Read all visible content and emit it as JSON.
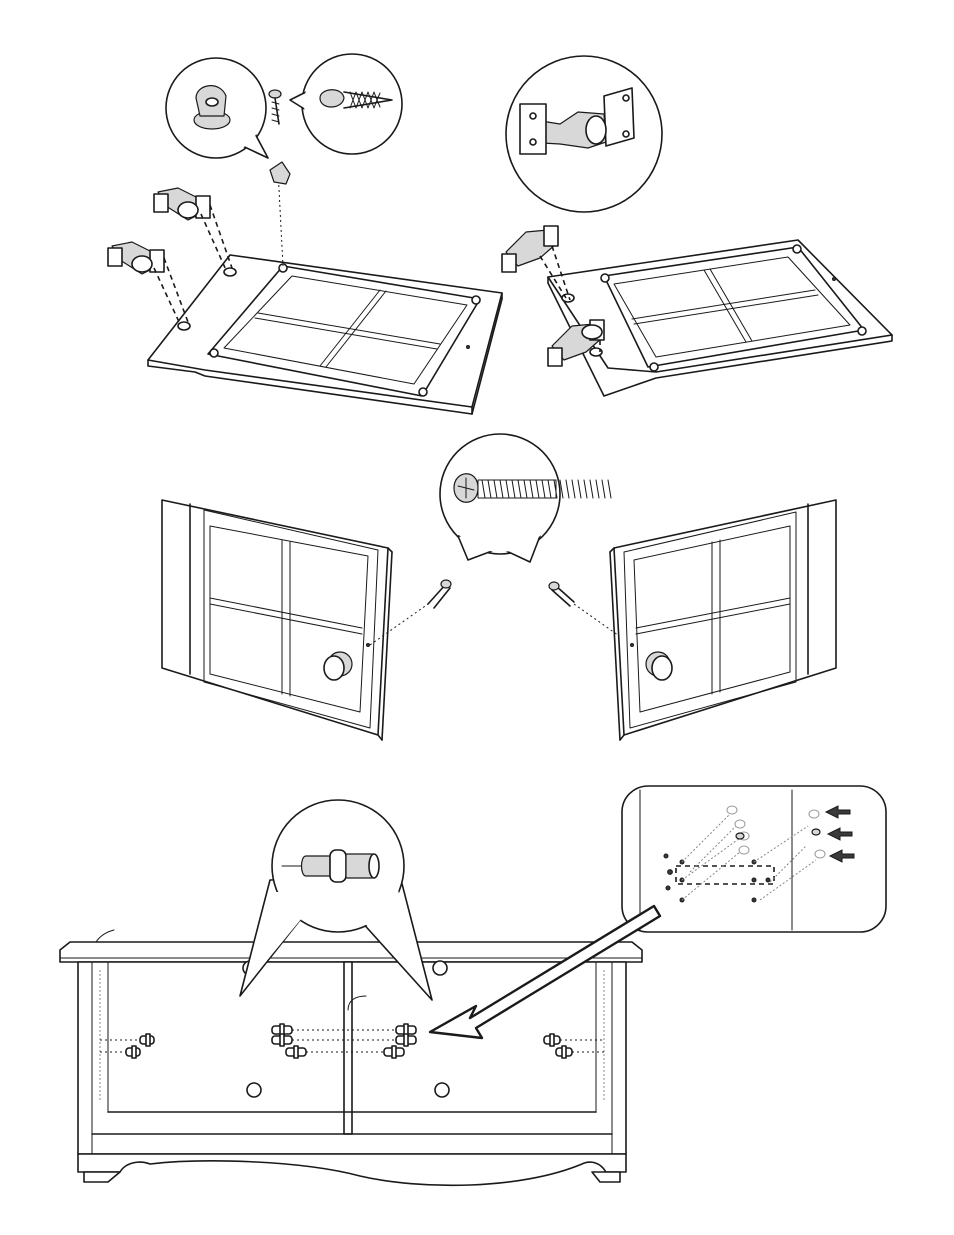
{
  "colors": {
    "ink": "#1a1a1a",
    "paper": "#ffffff",
    "metal_shade": "#d8d8d8",
    "faded_parts": "#999999"
  },
  "figures": [
    "door-with-hinges-left",
    "door-with-hinges-right",
    "door-with-knob-left",
    "door-with-knob-right",
    "cabinet-with-shelf-pins"
  ],
  "callouts": [
    "door-stop-bumper",
    "screw-short",
    "hinge",
    "knob-screw",
    "shelf-pin",
    "shelf-pin-insertion"
  ]
}
